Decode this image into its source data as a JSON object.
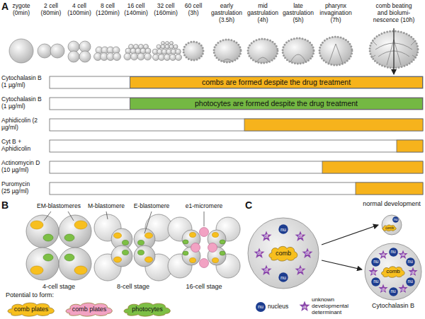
{
  "diagram": {
    "nodes": [
      {
        "text": [
          "combs are formed despite the drug treatment"
        ]
      },
      {
        "text": [
          "photocytes are formed despite the drug treatment"
        ]
      },
      {
        "text": [
          "comb plates"
        ]
      },
      {
        "text": [
          "comb plates"
        ]
      },
      {
        "text": [
          "photocytes"
        ]
      },
      {
        "text": [
          "comb"
        ]
      },
      {
        "text": [
          "nu"
        ]
      },
      {
        "text": [
          "dt"
        ]
      },
      {
        "text": [
          "dt"
        ]
      },
      {
        "text": [
          "dt"
        ]
      },
      {
        "text": [
          "nu"
        ]
      },
      {
        "text": [
          "dt"
        ]
      },
      {
        "text": [
          "dt"
        ]
      },
      {
        "text": [
          "dt"
        ]
      },
      {
        "text": [
          "normal development"
        ]
      },
      {
        "text": [
          "comb"
        ],
        "in": 14
      },
      {
        "text": [
          "nu"
        ],
        "in": 14
      },
      {
        "text": [
          "Cytochalasin B"
        ]
      },
      {
        "text": [
          "comb"
        ],
        "in": 17
      },
      {
        "text": [
          "nu"
        ],
        "in": 17
      },
      {
        "text": [
          "dt"
        ],
        "in": 17
      },
      {
        "text": [
          "nu"
        ],
        "in": 17
      },
      {
        "text": [
          "dt"
        ],
        "in": 17
      },
      {
        "text": [
          "nu"
        ],
        "in": 17
      },
      {
        "text": [
          "dt"
        ],
        "in": 17
      },
      {
        "text": [
          "nu"
        ],
        "in": 17
      },
      {
        "text": [
          "dt"
        ],
        "in": 17
      },
      {
        "text": [
          "nu"
        ],
        "in": 17
      },
      {
        "text": [
          "dt"
        ],
        "in": 17
      },
      {
        "text": [
          "nu"
        ],
        "in": 17
      },
      {
        "text": [
          "dt"
        ],
        "in": 17
      }
    ],
    "labels": [
      "A",
      "zygote (0min)",
      "2 cell (80min)",
      "4 cell (100min)",
      "8 cell (120min)",
      "16 cell (140min)",
      "32 cell (160min)",
      "60 cell (3h)",
      "early gastrulation (3.5h)",
      "mid gastrulation (4h)",
      "late gastrulation (5h)",
      "pharynx invagination (7h)",
      "comb beating and biolumi- nescence (10h)",
      "Cytochalasin B (1 µg/ml)",
      "Cytochalasin B (1 µg/ml)",
      "Aphidicolin (2 µg/ml)",
      "Cyt B + Aphidicolin",
      "Actinomycin D (10 µg/ml)",
      "Puromycin (25 µg/ml)",
      "B",
      "EM-blastomeres",
      "M-blastomere",
      "E-blastomere",
      "e1-micromere",
      "4-cell stage",
      "8-cell stage",
      "16-cell stage",
      "Potential to form:",
      "C",
      "nu",
      "dt"
    ],
    "legend": [
      {
        "text": "nucleus"
      },
      {
        "text": "unknown developmental determinant"
      }
    ]
  }
}
